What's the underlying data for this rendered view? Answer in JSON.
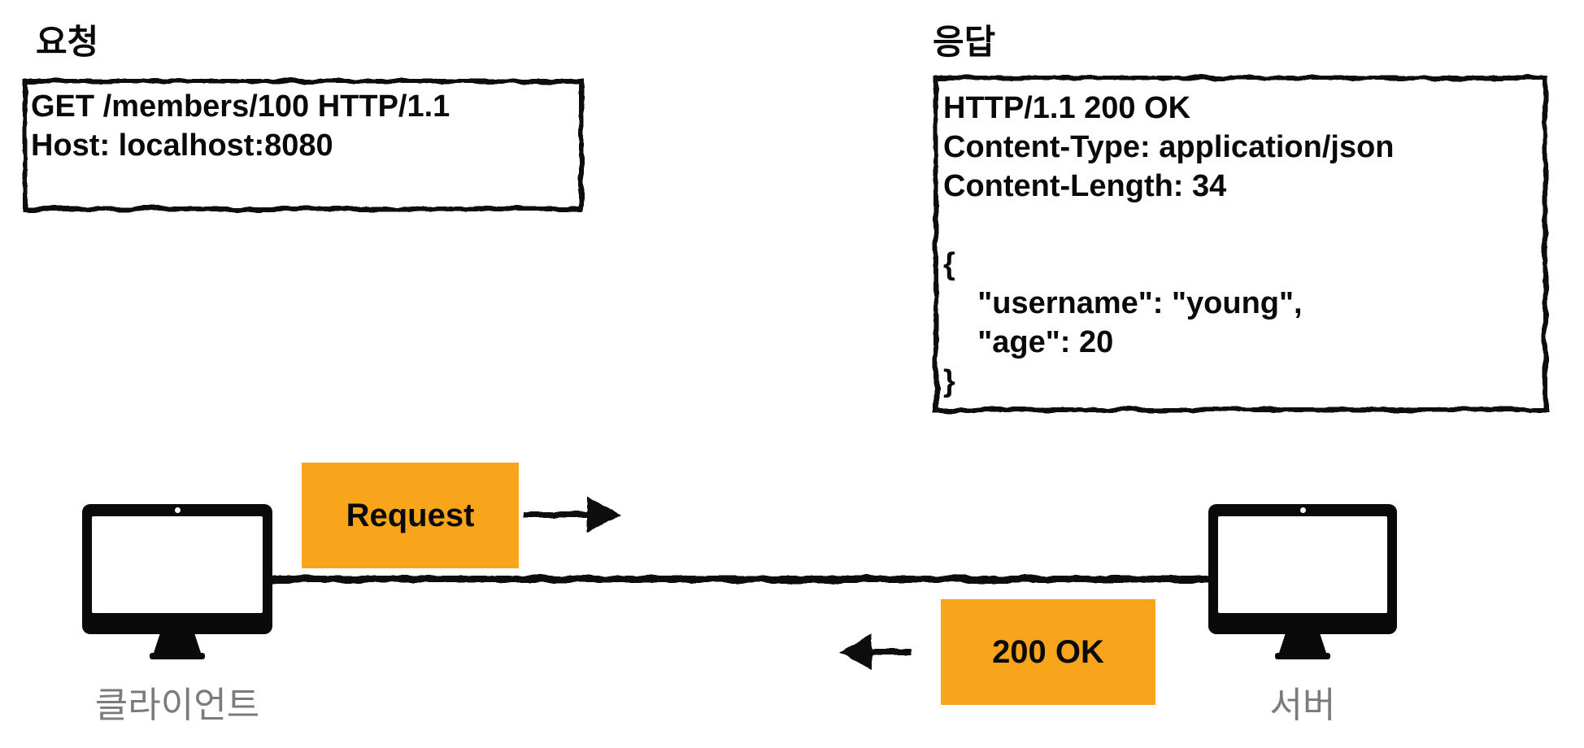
{
  "colors": {
    "accent_orange": "#F9A51B",
    "label_gray": "#7B7B7B",
    "ink": "#0A0A0A"
  },
  "request_panel": {
    "title": "요청",
    "lines": [
      "GET /members/100 HTTP/1.1",
      "Host: localhost:8080"
    ]
  },
  "response_panel": {
    "title": "응답",
    "lines": [
      "HTTP/1.1 200 OK",
      "Content-Type: application/json",
      "Content-Length: 34",
      "",
      "{",
      "    \"username\": \"young\",",
      "    \"age\": 20",
      "}"
    ]
  },
  "flow": {
    "request_box_label": "Request",
    "response_box_label": "200 OK",
    "client_label": "클라이언트",
    "server_label": "서버"
  }
}
